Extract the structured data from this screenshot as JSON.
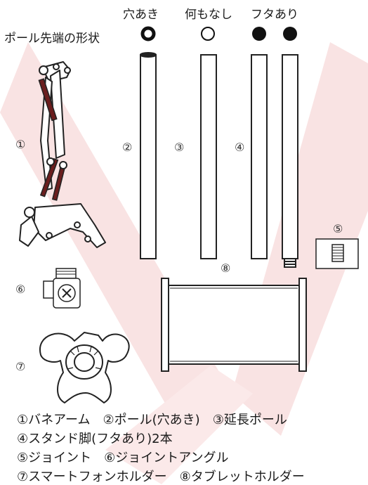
{
  "header": {
    "tip_label": "ポール先端の形状",
    "tip_types": [
      "穴あき",
      "何もなし",
      "フタあり"
    ]
  },
  "numbers": {
    "n1": "①",
    "n2": "②",
    "n3": "③",
    "n4": "④",
    "n5": "⑤",
    "n6": "⑥",
    "n7": "⑦",
    "n8": "⑧"
  },
  "legend": [
    "①バネアーム　②ポール(穴あき)　③延長ポール",
    "④スタンド脚(フタあり)2本",
    "⑤ジョイント　⑥ジョイントアングル",
    "⑦スマートフォンホルダー　⑧タブレットホルダー"
  ],
  "colors": {
    "watermark": "#f7dede",
    "stroke": "#222222",
    "arm_fill": "#6b1e1e"
  }
}
